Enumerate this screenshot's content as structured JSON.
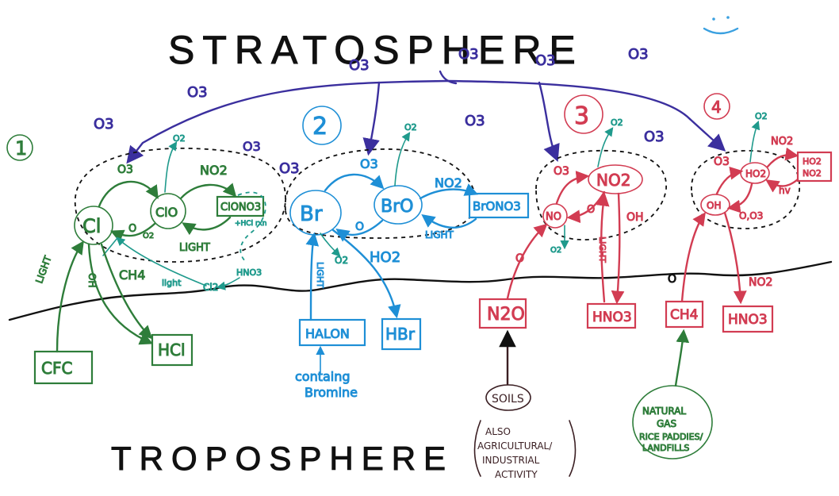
{
  "titles": {
    "stratosphere": "STRATOSPHERE",
    "troposphere": "TROPOSPHERE",
    "smiley": ":-)"
  },
  "ozone": {
    "o3": "O3"
  },
  "cycle1": {
    "number": "1",
    "cl": "Cl",
    "clo": "ClO",
    "clono2": "ClONO3",
    "no2": "NO2",
    "hcl_rxn": "+HCl rxn",
    "hno3": "HNO3",
    "cl2": "Cl2",
    "light": "light",
    "light_caps": "LIGHT",
    "o": "O",
    "o2": "O2",
    "ch4": "CH4",
    "oh": "OH",
    "hcl": "HCl",
    "cfc": "CFC"
  },
  "cycle2": {
    "number": "2",
    "br": "Br",
    "bro": "BrO",
    "brono2": "BrONO3",
    "no2": "NO2",
    "light": "LIGHT",
    "o": "O",
    "o2": "O2",
    "ho2": "HO2",
    "hbr": "HBr",
    "halon": "HALON",
    "contains": "containg",
    "bromine": "Bromine"
  },
  "cycle3": {
    "number": "3",
    "no2": "NO2",
    "no": "NO",
    "o": "O",
    "o2": "O2",
    "oh": "OH",
    "light": "LIGHT",
    "hno3": "HNO3",
    "n2o": "N2O",
    "soils": "SOILS",
    "also_1": "ALSO",
    "also_2": "AGRICULTURAL/",
    "also_3": "INDUSTRIAL",
    "also_4": "ACTIVITY"
  },
  "cycle4": {
    "number": "4",
    "ho2": "HO2",
    "oh": "OH",
    "no2": "NO2",
    "hno2_top": "HO2",
    "hno2_bot": "NO2",
    "hv": "hv",
    "o_o3": "O,O3",
    "o2": "O2",
    "o": "O",
    "ch4": "CH4",
    "hno3": "HNO3",
    "ng_1": "NATURAL",
    "ng_2": "GAS",
    "ng_3": "RICE PADDIES/",
    "ng_4": "LANDFILLS"
  },
  "colors": {
    "cycle1": "#2e7d3a",
    "cycle1_alt": "#1f9a8c",
    "cycle2": "#1e8fd6",
    "cycle3": "#d23c52",
    "cycle4": "#d23c52",
    "ozone_arrows": "#3b2f9e",
    "boundary": "#111111"
  }
}
